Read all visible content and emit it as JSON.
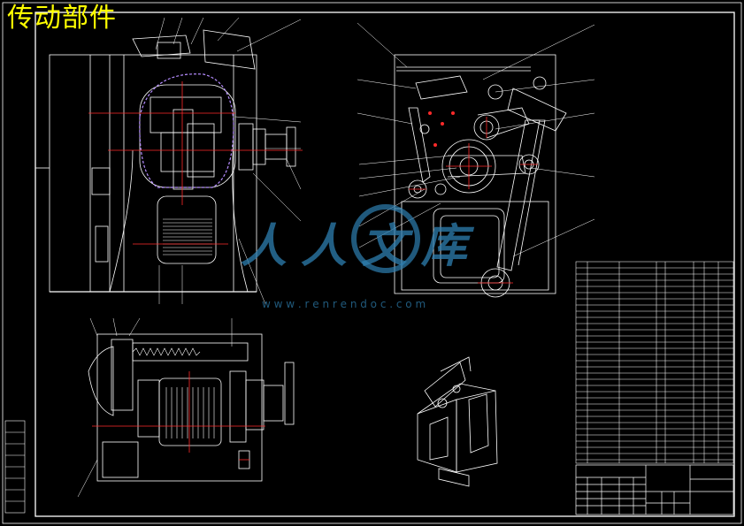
{
  "title": "传动部件",
  "watermark": {
    "brand": "人人文库",
    "url": "w w w . r e n r e n d o c . c o m"
  },
  "colors": {
    "background": "#000000",
    "line": "#ffffff",
    "section": "#ff2a2a",
    "hidden": "#b58cff",
    "title": "#ffff00",
    "watermark": "#2e7fb0"
  }
}
